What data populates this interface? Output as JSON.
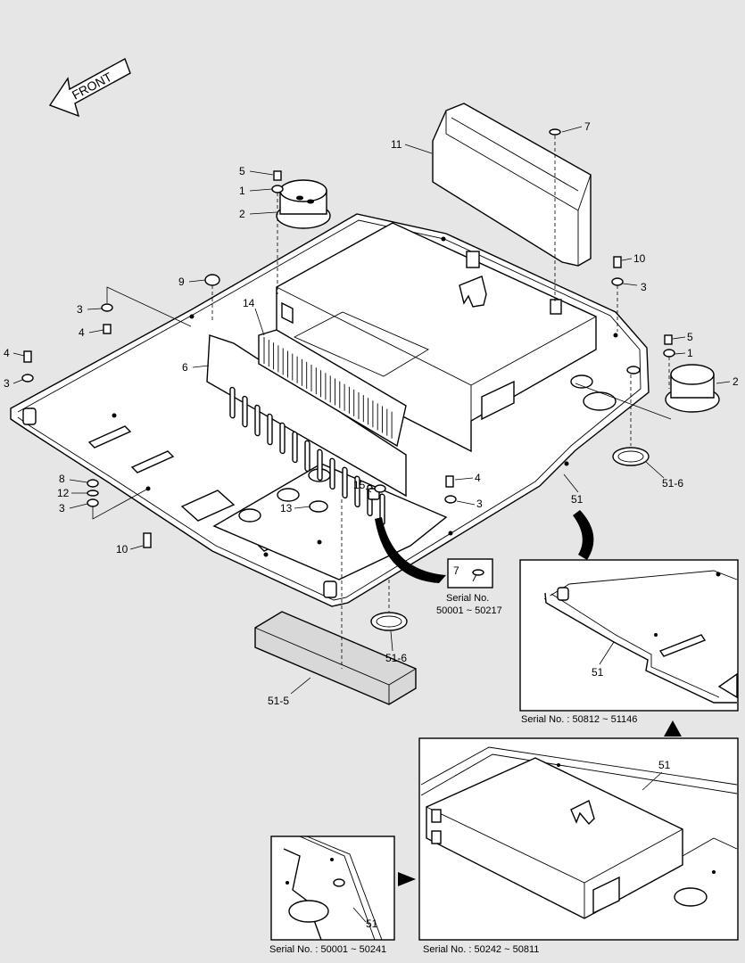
{
  "diagram": {
    "front_label": "FRONT",
    "parts": {
      "p1a": "1",
      "p1b": "1",
      "p2a": "2",
      "p2b": "2",
      "p3a": "3",
      "p3b": "3",
      "p3c": "3",
      "p3d": "3",
      "p3e": "3",
      "p4a": "4",
      "p4b": "4",
      "p4c": "4",
      "p5a": "5",
      "p5b": "5",
      "p6": "6",
      "p7a": "7",
      "p7b": "7",
      "p8": "8",
      "p9": "9",
      "p10a": "10",
      "p10b": "10",
      "p11": "11",
      "p12": "12",
      "p13": "13",
      "p14": "14",
      "p15": "15",
      "p51a": "51",
      "p51b": "51",
      "p51c": "51",
      "p51d": "51",
      "p51_5": "51-5",
      "p51_6a": "51-6",
      "p51_6b": "51-6"
    },
    "serial_small": {
      "line1": "Serial No.",
      "line2": "50001 ~ 50217"
    },
    "inset_captions": {
      "right": "Serial No.  : 50812 ~ 51146",
      "bottom_left": "Serial No.  : 50001 ~ 50241",
      "bottom_right": "Serial No.  : 50242 ~ 50811"
    }
  }
}
